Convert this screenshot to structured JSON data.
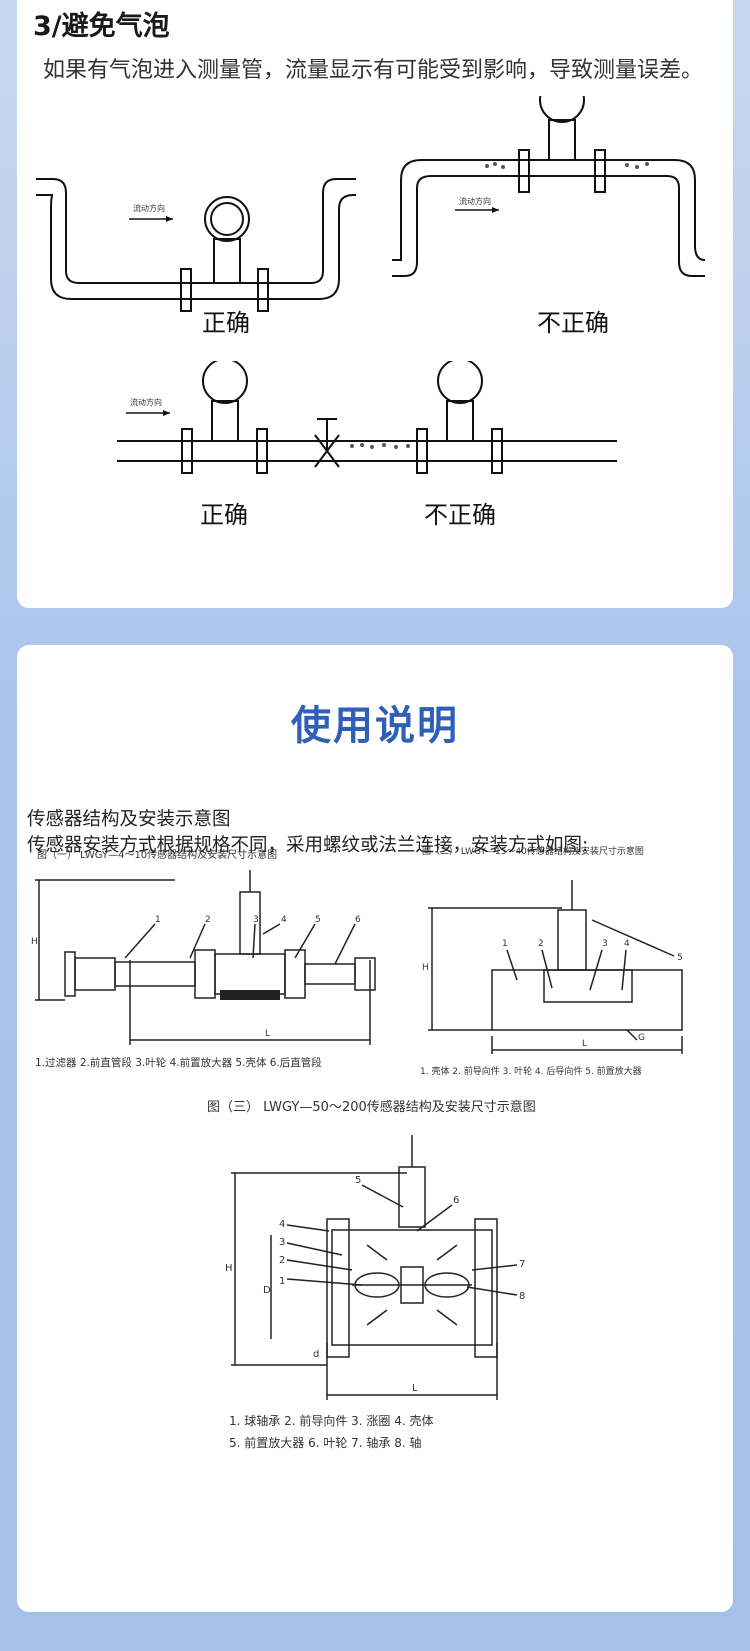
{
  "section1": {
    "title": "3/避免气泡",
    "paragraph": "如果有气泡进入测量管，流量显示有可能受到影响，导致测量误差。",
    "figures": {
      "flow_direction": "流动方向",
      "correct": "正确",
      "incorrect": "不正确"
    }
  },
  "section2": {
    "title": "使用说明",
    "desc_line1": "传感器结构及安装示意图",
    "desc_line2": "传感器安装方式根据规格不同，采用螺纹或法兰连接，安装方式如图:",
    "fig1": {
      "title": "图（一） LWGY—4～10传感器结构及安装尺寸示意图",
      "legend": "1.过滤器 2.前直管段 3.叶轮 4.前置放大器 5.壳体 6.后直管段",
      "labels": [
        "1",
        "2",
        "3",
        "4",
        "5",
        "6"
      ],
      "dim_h": "H",
      "dim_l": "L"
    },
    "fig2": {
      "title": "图（二） LWGY—15～40传感器结构及安装尺寸示意图",
      "legend": "1. 壳体  2. 前导向件  3. 叶轮  4. 后导向件  5. 前置放大器",
      "labels": [
        "1",
        "2",
        "3",
        "4",
        "5",
        "G"
      ],
      "dim_h": "H",
      "dim_l": "L"
    },
    "fig3": {
      "title": "图（三） LWGY—50～200传感器结构及安装尺寸示意图",
      "legend1": "1. 球轴承  2. 前导向件  3. 涨圈  4. 壳体",
      "legend2": "5. 前置放大器  6. 叶轮  7. 轴承  8. 轴",
      "labels": [
        "1",
        "2",
        "3",
        "4",
        "5",
        "6",
        "7",
        "8"
      ],
      "dim_h": "H",
      "dim_d": "D",
      "dim_d_small": "d",
      "dim_l": "L"
    }
  }
}
